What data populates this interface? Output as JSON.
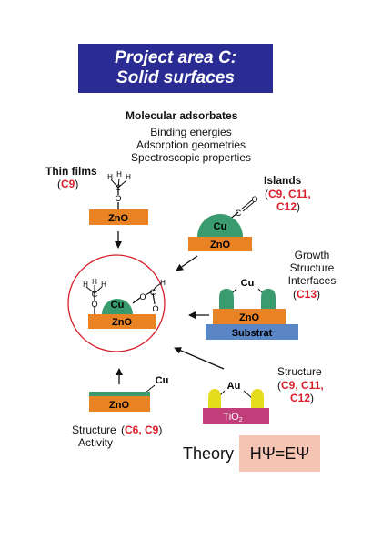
{
  "title": {
    "line1": "Project area C:",
    "line2": "Solid surfaces"
  },
  "molecular": {
    "heading": "Molecular adsorbates",
    "lines": [
      "Binding energies",
      "Adsorption geometries",
      "Spectroscopic properties"
    ]
  },
  "thin_films": {
    "heading": "Thin films",
    "ref": "C9"
  },
  "islands": {
    "heading": "Islands",
    "ref_line1": "C9, C11,",
    "ref_line2": "C12"
  },
  "growth": {
    "lines": [
      "Growth",
      "Structure",
      "Interfaces"
    ],
    "ref": "C13"
  },
  "structure_right": {
    "label": "Structure",
    "ref_line1": "C9, C11,",
    "ref_line2": "C12"
  },
  "structure_left": {
    "line1": "Structure",
    "line2": "Activity",
    "ref": "C6, C9"
  },
  "labels": {
    "zno": "ZnO",
    "cu": "Cu",
    "au": "Au",
    "substrat": "Substrat",
    "tio2_main": "TiO",
    "tio2_sub": "2",
    "atom_h": "H",
    "atom_c": "C",
    "atom_o": "O"
  },
  "theory": {
    "label": "Theory",
    "equation": "HΨ=EΨ"
  },
  "colors": {
    "title_bg": "#2b2c93",
    "zno": "#ea8323",
    "cu": "#3a9b6e",
    "au": "#e6dc1e",
    "substrat": "#5a86c6",
    "tio2": "#c13e7a",
    "red": "#d8202a",
    "theory_bg": "#f6c4b2"
  }
}
